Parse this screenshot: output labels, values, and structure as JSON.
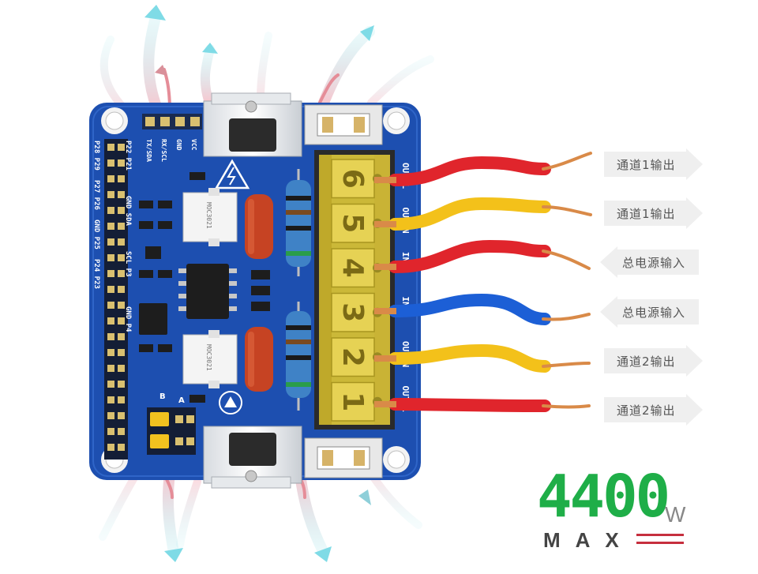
{
  "labels": {
    "channel1_a": "通道1输出",
    "channel1_b": "通道1输出",
    "power_in_a": "总电源输入",
    "power_in_b": "总电源输入",
    "channel2_a": "通道2输出",
    "channel2_b": "通道2输出"
  },
  "badge": {
    "value": "4400",
    "unit": "W",
    "caption": "MAX"
  },
  "terminal": {
    "numbers": [
      "6",
      "5",
      "4",
      "3",
      "2",
      "1"
    ],
    "pin_labels": [
      "OUT L",
      "OUT N",
      "IN L",
      "IN N",
      "OUT N",
      "OUT L"
    ]
  },
  "header_text": {
    "top_pins": [
      "TX/SDA",
      "RX/SCL",
      "GND",
      "VCC"
    ],
    "left_pins": [
      "P28 P29",
      "P27 P26",
      "GND P25",
      "P24 P23",
      "P22 P21",
      "GND SDA",
      "SCL P3",
      "GND P4"
    ],
    "jumper": [
      "A",
      "B"
    ]
  },
  "colors": {
    "board": "#1d4fb0",
    "wire_red": "#e0252c",
    "wire_yellow": "#f3c11a",
    "wire_blue": "#1c5fd6",
    "copper": "#d98a48",
    "accent_green": "#1fae48",
    "accent_red": "#c62f3e"
  }
}
